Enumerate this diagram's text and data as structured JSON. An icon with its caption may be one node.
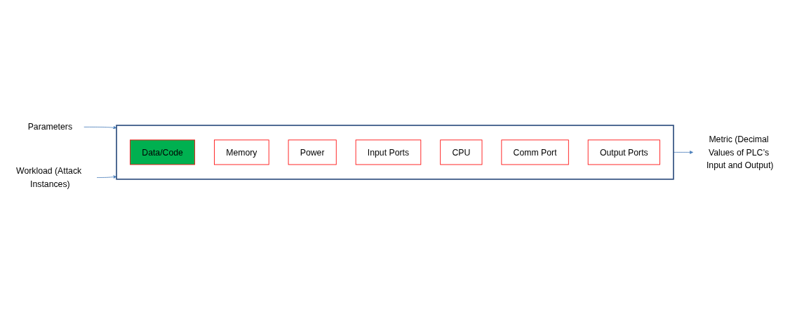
{
  "diagram": {
    "nodes": [
      {
        "text": [
          "Parameters"
        ]
      },
      {
        "text": [
          "Workload (Attack Instances)"
        ]
      },
      {
        "text": [],
        "shape": "box"
      },
      {
        "text": [
          "Data/Code"
        ],
        "in": 2
      },
      {
        "text": [
          "Memory"
        ],
        "in": 2
      },
      {
        "text": [
          "Power"
        ],
        "in": 2
      },
      {
        "text": [
          "Input Ports"
        ],
        "in": 2
      },
      {
        "text": [
          "CPU"
        ],
        "in": 2
      },
      {
        "text": [
          "Comm Port"
        ],
        "in": 2
      },
      {
        "text": [
          "Output Ports"
        ],
        "in": 2
      },
      {
        "text": [
          "Metric (Decimal Values of PLC’s Input and Output)"
        ]
      }
    ],
    "edges": [
      {
        "from": 0,
        "to": 2,
        "arrow": "to"
      },
      {
        "from": 1,
        "to": 2,
        "arrow": "to"
      },
      {
        "from": 2,
        "to": 10,
        "arrow": "to"
      }
    ]
  }
}
